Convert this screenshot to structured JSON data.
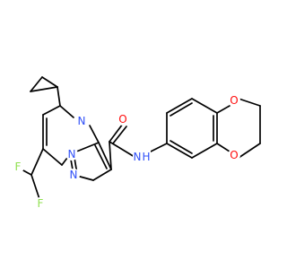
{
  "colors": {
    "bond": "#000000",
    "nitrogen": "#3050F8",
    "oxygen": "#FF0D0D",
    "fluorine": "#90E050",
    "carbon": "#000000",
    "background": "#FFFFFF"
  },
  "atom_labels": {
    "n_pyrimidine": "N",
    "n_bridge": "N",
    "n_pyrazole": "N",
    "o_carbonyl": "O",
    "nh_amide": "N",
    "h_amide": "H",
    "f_upper": "F",
    "f_lower": "F",
    "o_dioxane_top": "O",
    "o_dioxane_bottom": "O"
  }
}
